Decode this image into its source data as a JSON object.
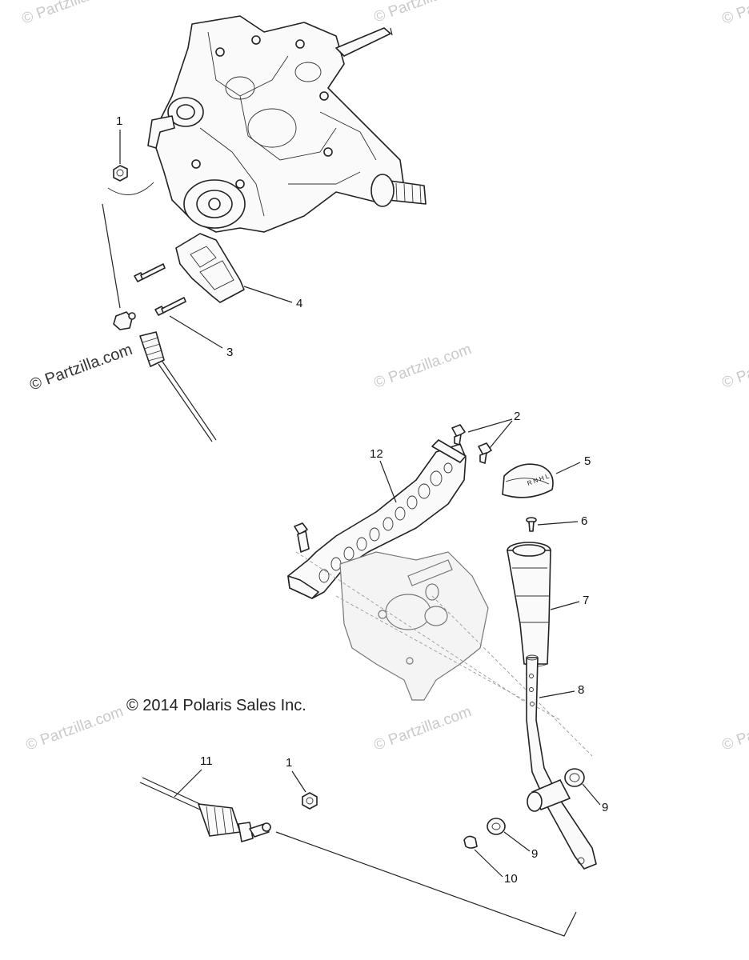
{
  "copyright": "© 2014 Polaris Sales Inc.",
  "watermark": "© Partzilla.com",
  "callouts": [
    "1",
    "2",
    "3",
    "4",
    "5",
    "6",
    "7",
    "8",
    "9",
    "9",
    "10",
    "11",
    "12",
    "1"
  ],
  "parts": [
    {
      "name": "transmission"
    },
    {
      "name": "nut-upper",
      "callout": "1"
    },
    {
      "name": "bolts-upper",
      "callout": "3"
    },
    {
      "name": "bracket-upper",
      "callout": "4"
    },
    {
      "name": "shift-cable-upper"
    },
    {
      "name": "screws-bracket",
      "callout": "2"
    },
    {
      "name": "shift-knob-cap",
      "callout": "5"
    },
    {
      "name": "screw-knob",
      "callout": "6"
    },
    {
      "name": "shift-boot",
      "callout": "7"
    },
    {
      "name": "shift-lever",
      "callout": "8"
    },
    {
      "name": "bushing-a",
      "callout": "9"
    },
    {
      "name": "bushing-b",
      "callout": "9"
    },
    {
      "name": "clip",
      "callout": "10"
    },
    {
      "name": "shift-cable-lower",
      "callout": "11"
    },
    {
      "name": "mounting-bracket",
      "callout": "12"
    },
    {
      "name": "nut-lower",
      "callout": "1"
    }
  ]
}
